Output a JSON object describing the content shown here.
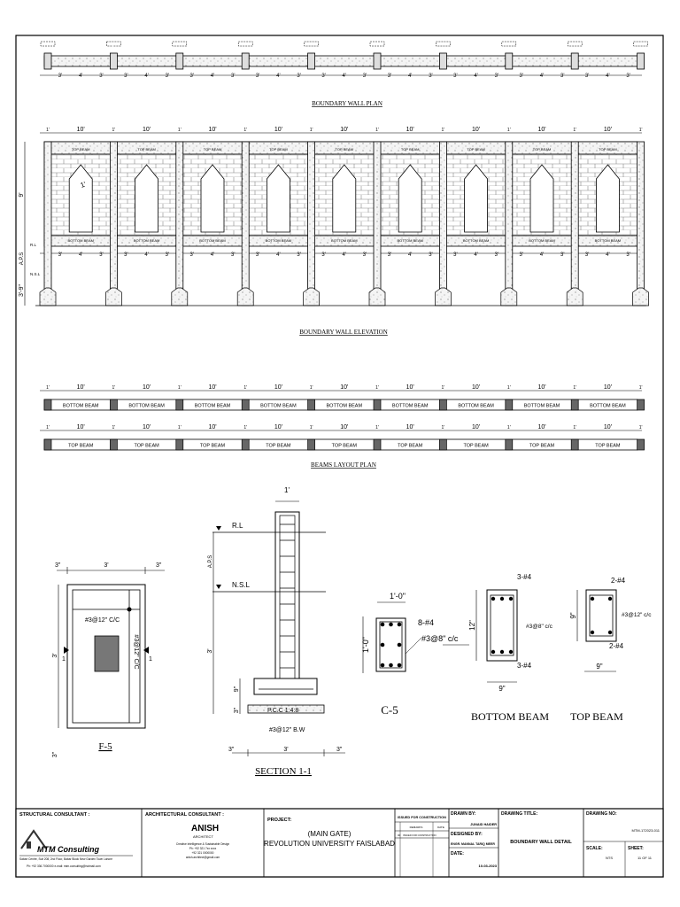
{
  "plan": {
    "title": "BOUNDARY WALL PLAN",
    "dims": [
      "3'",
      "4'",
      "3'"
    ],
    "edge_dim": "1'"
  },
  "elevation": {
    "title": "BOUNDARY WALL ELEVATION",
    "span": "10'",
    "edge_dim": "1'",
    "top_beam": "TOP BEAM",
    "bottom_beam": "BOTTOM BEAM",
    "panel_dims": [
      "3'",
      "4'",
      "3'"
    ],
    "height_dim": "9'",
    "aps_dim": "A.P.S",
    "foundation_dim": "3'-9\"",
    "arch_dim": "1'",
    "rl_label": "R.L",
    "nsl_label": "N.S.L"
  },
  "beams_layout": {
    "title": "BEAMS LAYOUT PLAN",
    "span": "10'",
    "edge_dim": "1'",
    "bottom_label": "BOTTOM BEAM",
    "top_label": "TOP BEAM"
  },
  "footing": {
    "label": "F-5",
    "top_dims": [
      "3\"",
      "3'",
      "3\""
    ],
    "side_dim": "3'",
    "side_dim_2": "3\"",
    "rebar_h": "#3@12\" C/C",
    "rebar_v": "#3@12\" C/C",
    "section_mark": "1"
  },
  "section": {
    "title": "SECTION 1-1",
    "top_dim": "1'",
    "rl": "R.L",
    "nsl": "N.S.L",
    "aps": "A.P.S",
    "depth": "3'",
    "footing_h": "9\"",
    "pcc_h": "3\"",
    "pcc": "P.C.C 1:4:8",
    "rebar": "#3@12\" B.W",
    "bottom_dims": [
      "3\"",
      "3'",
      "3\""
    ]
  },
  "column": {
    "label": "C-5",
    "size_h": "1'-0\"",
    "size_v": "1'-0\"",
    "main_bars": "8-#4",
    "ties": "#3@8\" c/c"
  },
  "bottom_beam": {
    "label": "BOTTOM BEAM",
    "top_bars": "3-#4",
    "bottom_bars": "3-#4",
    "ties": "#3@8\" c/c",
    "depth": "12\"",
    "width": "9\""
  },
  "top_beam": {
    "label": "TOP BEAM",
    "top_bars": "2-#4",
    "bottom_bars": "2-#4",
    "ties": "#3@12\" c/c",
    "depth": "9\"",
    "width": "9\""
  },
  "title_block": {
    "structural_consultant": "STRUCTURAL CONSULTANT :",
    "mtm_logo": "MTM Consulting",
    "mtm_address": "Sabae Centre, Suit 208, 2nd Floor, Babar Block New Garden Town Lahore",
    "mtm_contact": "Ph: +92 336 7000000    e-mail: mtm.consulting@hotmail.com",
    "architectural_consultant": "ARCHITECTURAL CONSULTANT :",
    "arch_logo": "ANISH",
    "arch_logo_sub": "ARCHITECT",
    "arch_lines": [
      "Creative Intelligence & Sustainable Design",
      "Ph: +92 321 7xx xxxx",
      "+92 321 0000000",
      "anish.architect@gmail.com"
    ],
    "project_label": "PROJECT:",
    "project_line1": "(MAIN GATE)",
    "project_line2": "REVOLUTION UNIVERSITY FAISLABAD",
    "issued_label": "ISSUED FOR CONSTRUCTION",
    "rev_header": "REMARKS",
    "date_header": "DATE",
    "rev_no": "00",
    "rev_remark": "ISSUED FOR CONSTRUCTION",
    "drawn_by_label": "DRAWN BY:",
    "drawn_by": "JUNAID HAIDER",
    "designed_by_label": "DESIGNED BY:",
    "designed_by": "ENGR. MANNAL TARIQ MEER",
    "date_label": "DATE:",
    "date": "10-03-2023",
    "drawing_title_label": "DRAWING TITLE:",
    "drawing_title": "BOUNDARY WALL DETAIL",
    "drawing_no_label": "DRAWING NO:",
    "drawing_no": "MTM-172023-011",
    "scale_label": "SCALE:",
    "scale": "NTS",
    "sheet_label": "SHEET:",
    "sheet": "11 OF 11"
  }
}
